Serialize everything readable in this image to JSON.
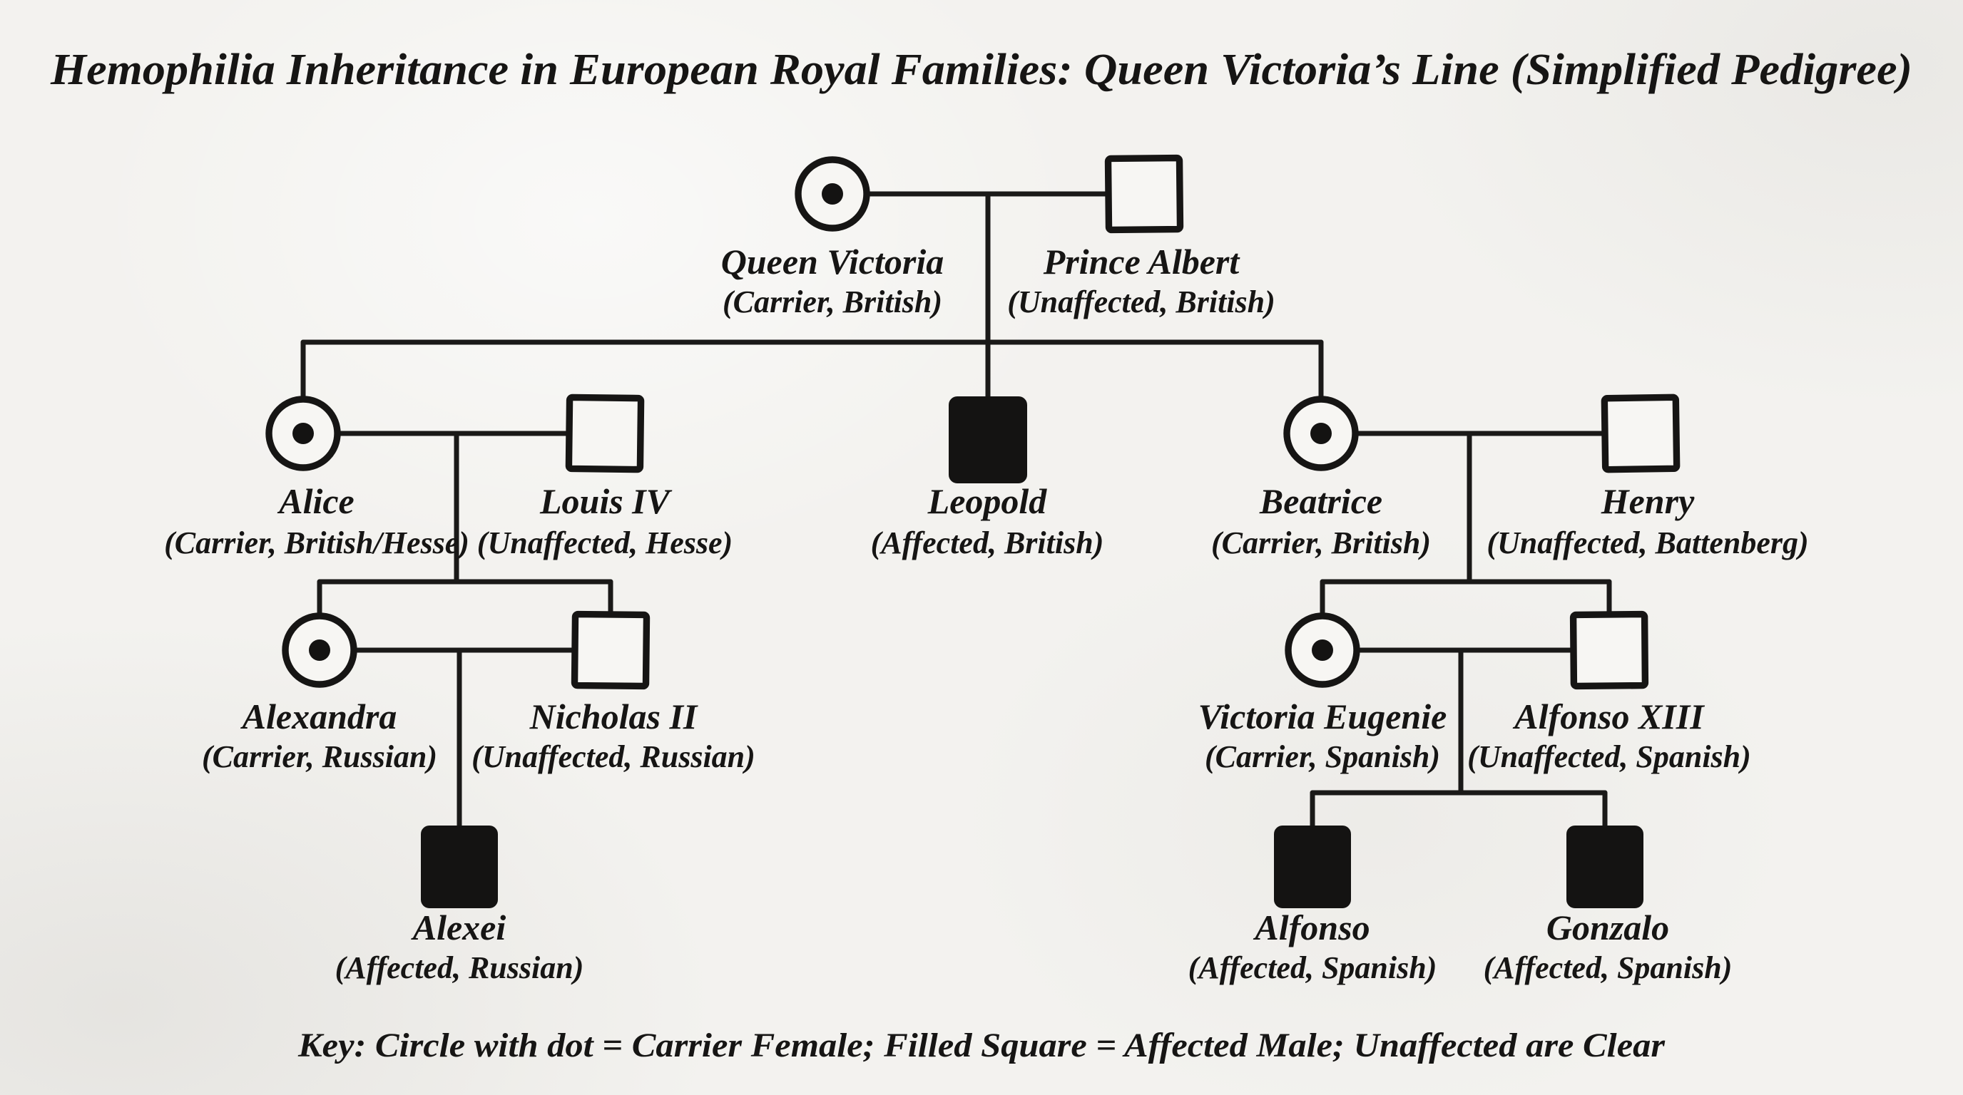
{
  "title": "Hemophilia Inheritance in European Royal Families: Queen Victoria’s Line (Simplified Pedigree)",
  "key": "Key: Circle with dot = Carrier Female; Filled Square = Affected Male; Unaffected are Clear",
  "colors": {
    "ink": "#161514",
    "paper": "#f3f2ef"
  },
  "symbols": {
    "carrier_female": "circle-with-dot",
    "affected_male": "filled-square",
    "unaffected_male": "clear-square"
  },
  "people": {
    "queen_victoria": {
      "name": "Queen Victoria",
      "status": "(Carrier, British)",
      "symbol": "carrier-female"
    },
    "prince_albert": {
      "name": "Prince Albert",
      "status": "(Unaffected, British)",
      "symbol": "unaffected-male"
    },
    "alice": {
      "name": "Alice",
      "status": "(Carrier, British/Hesse)",
      "symbol": "carrier-female"
    },
    "louis_iv": {
      "name": "Louis IV",
      "status": "(Unaffected, Hesse)",
      "symbol": "unaffected-male"
    },
    "leopold": {
      "name": "Leopold",
      "status": "(Affected, British)",
      "symbol": "affected-male"
    },
    "beatrice": {
      "name": "Beatrice",
      "status": "(Carrier, British)",
      "symbol": "carrier-female"
    },
    "henry": {
      "name": "Henry",
      "status": "(Unaffected, Battenberg)",
      "symbol": "unaffected-male"
    },
    "alexandra": {
      "name": "Alexandra",
      "status": "(Carrier, Russian)",
      "symbol": "carrier-female"
    },
    "nicholas_ii": {
      "name": "Nicholas II",
      "status": "(Unaffected, Russian)",
      "symbol": "unaffected-male"
    },
    "victoria_eugenie": {
      "name": "Victoria Eugenie",
      "status": "(Carrier, Spanish)",
      "symbol": "carrier-female"
    },
    "alfonso_xiii": {
      "name": "Alfonso XIII",
      "status": "(Unaffected, Spanish)",
      "symbol": "unaffected-male"
    },
    "alexei": {
      "name": "Alexei",
      "status": "(Affected, Russian)",
      "symbol": "affected-male"
    },
    "alfonso": {
      "name": "Alfonso",
      "status": "(Affected, Spanish)",
      "symbol": "affected-male"
    },
    "gonzalo": {
      "name": "Gonzalo",
      "status": "(Affected, Spanish)",
      "symbol": "affected-male"
    }
  },
  "structure_as_drawn": {
    "couples": [
      [
        "queen_victoria",
        "prince_albert"
      ],
      [
        "alice",
        "louis_iv"
      ],
      [
        "beatrice",
        "henry"
      ],
      [
        "alexandra",
        "nicholas_ii"
      ],
      [
        "victoria_eugenie",
        "alfonso_xiii"
      ]
    ],
    "descent_lines": [
      {
        "parents": [
          "queen_victoria",
          "prince_albert"
        ],
        "children": [
          "alice",
          "leopold",
          "beatrice"
        ]
      },
      {
        "parents": [
          "alice",
          "louis_iv"
        ],
        "children": [
          "alexandra",
          "nicholas_ii"
        ]
      },
      {
        "parents": [
          "beatrice",
          "henry"
        ],
        "children": [
          "victoria_eugenie",
          "alfonso_xiii"
        ]
      },
      {
        "parents": [
          "alexandra",
          "nicholas_ii"
        ],
        "children": [
          "alexei"
        ]
      },
      {
        "parents": [
          "victoria_eugenie",
          "alfonso_xiii"
        ],
        "children": [
          "alfonso",
          "gonzalo"
        ]
      }
    ]
  }
}
